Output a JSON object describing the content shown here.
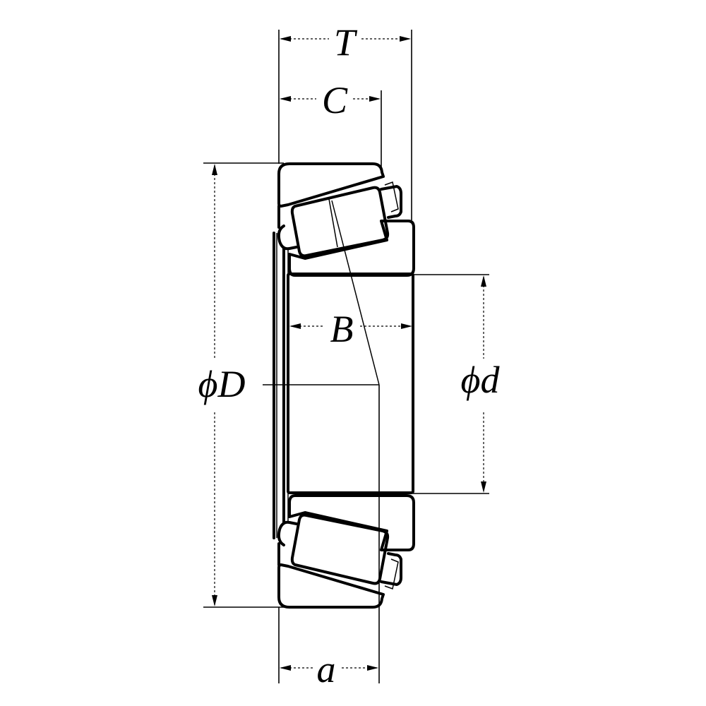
{
  "labels": {
    "T": "T",
    "C": "C",
    "B": "B",
    "D": "ϕD",
    "d": "ϕd",
    "a": "a"
  }
}
